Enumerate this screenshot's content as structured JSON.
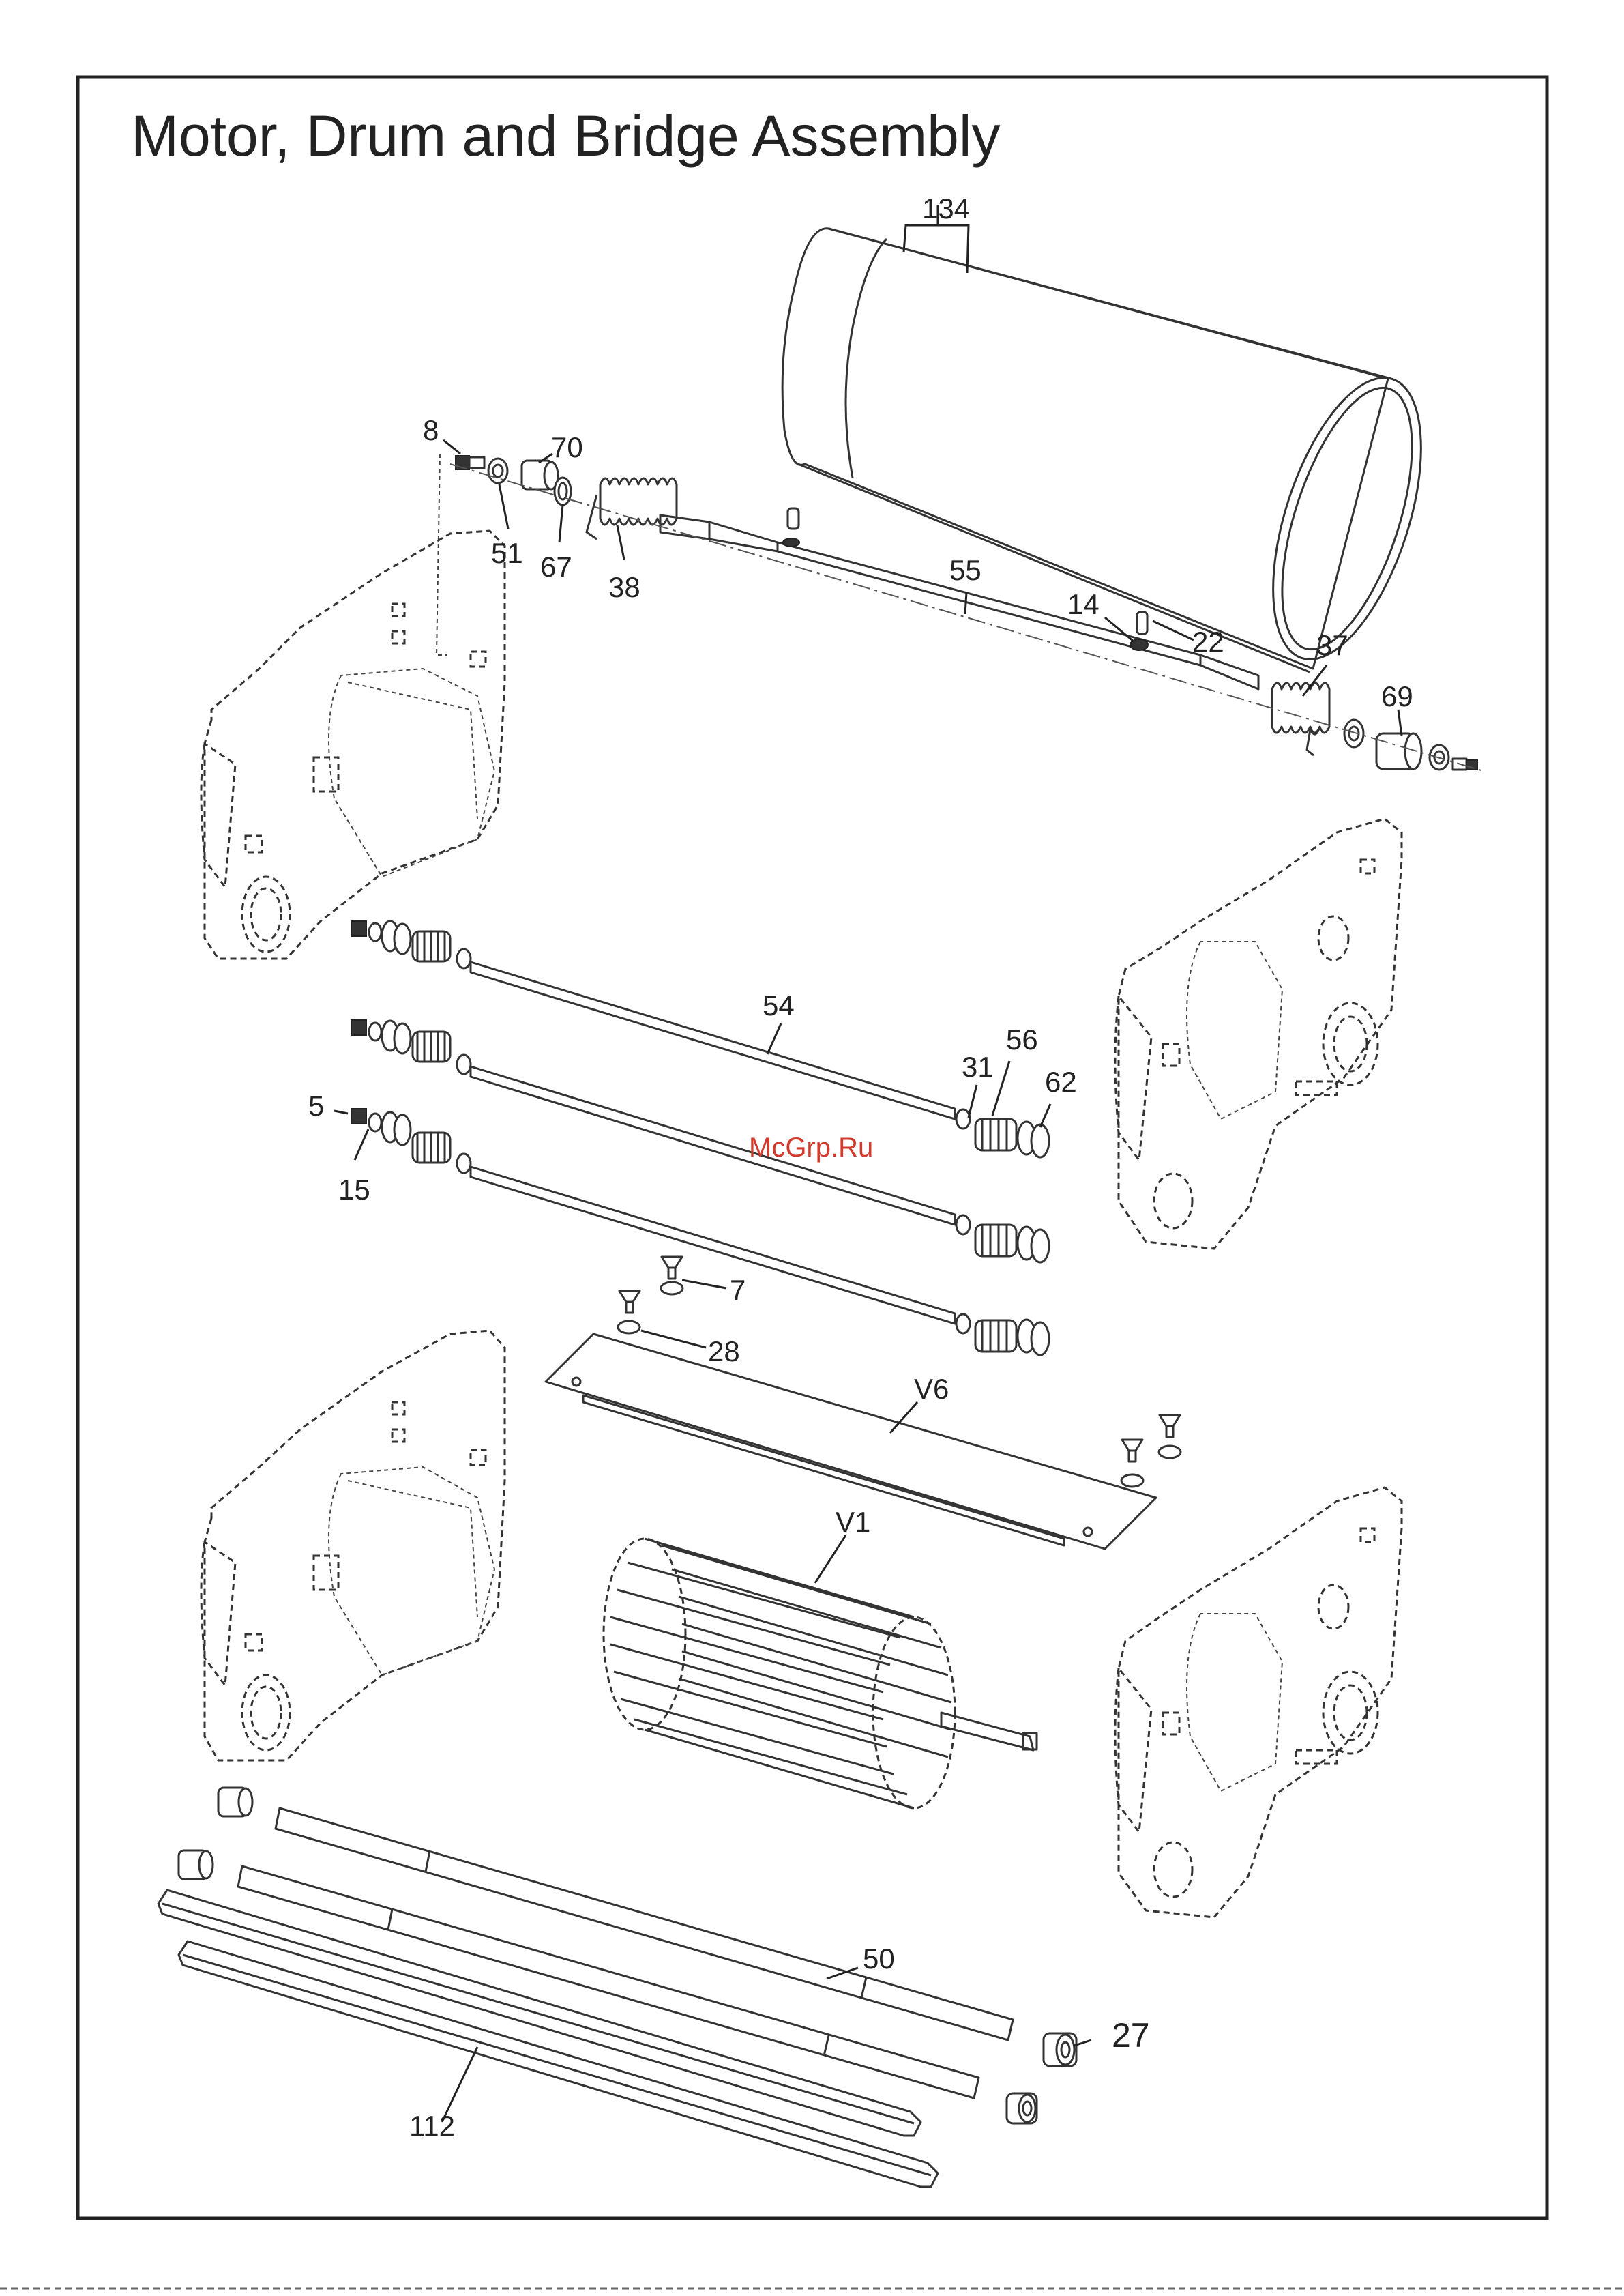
{
  "title": "Motor, Drum and Bridge Assembly",
  "watermark": "McGrp.Ru",
  "callouts": {
    "c134": "134",
    "c8": "8",
    "c70": "70",
    "c51": "51",
    "c67": "67",
    "c38": "38",
    "c55": "55",
    "c14": "14",
    "c22": "22",
    "c37": "37",
    "c69": "69",
    "c54": "54",
    "c31": "31",
    "c56": "56",
    "c62": "62",
    "c5": "5",
    "c15": "15",
    "c7": "7",
    "c28": "28",
    "cV6": "V6",
    "cV1": "V1",
    "c50": "50",
    "c27": "27",
    "c112": "112"
  }
}
